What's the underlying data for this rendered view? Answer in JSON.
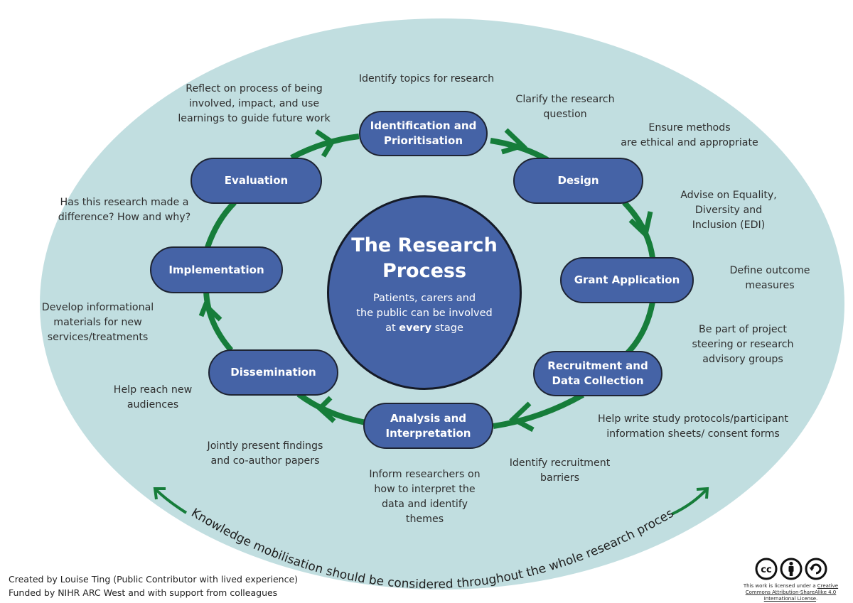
{
  "colors": {
    "ellipse_fill": "#c1dee0",
    "stage_fill": "#4563a6",
    "stage_border": "#1e2433",
    "arrow_green": "#167d3a",
    "text_dark": "#2e2e2e"
  },
  "center": {
    "title_line1": "The Research",
    "title_line2": "Process",
    "sub_line1": "Patients, carers and",
    "sub_line2": "the public can be involved",
    "sub_line3_pre": "at ",
    "sub_line3_bold": "every",
    "sub_line3_post": " stage"
  },
  "stages": [
    {
      "id": "identification",
      "line1": "Identification and",
      "line2": "Prioritisation"
    },
    {
      "id": "design",
      "line1": "Design",
      "line2": ""
    },
    {
      "id": "grant",
      "line1": "Grant Application",
      "line2": ""
    },
    {
      "id": "recruitment",
      "line1": "Recruitment and",
      "line2": "Data Collection"
    },
    {
      "id": "analysis",
      "line1": "Analysis and",
      "line2": "Interpretation"
    },
    {
      "id": "dissemination",
      "line1": "Dissemination",
      "line2": ""
    },
    {
      "id": "implementation",
      "line1": "Implementation",
      "line2": ""
    },
    {
      "id": "evaluation",
      "line1": "Evaluation",
      "line2": ""
    }
  ],
  "notes": {
    "identify_topics": [
      "Identify topics for research"
    ],
    "clarify_question": [
      "Clarify the research",
      "question"
    ],
    "ensure_methods": [
      "Ensure methods",
      "are ethical and appropriate"
    ],
    "advise_edi": [
      "Advise on Equality,",
      "Diversity and",
      "Inclusion (EDI)"
    ],
    "define_outcome": [
      "Define outcome",
      "measures"
    ],
    "steering_groups": [
      "Be part of project",
      "steering or research",
      "advisory groups"
    ],
    "study_protocols": [
      "Help write study protocols/participant",
      "information sheets/ consent forms"
    ],
    "recruitment_barriers": [
      "Identify recruitment",
      "barriers"
    ],
    "inform_researchers": [
      "Inform researchers on",
      "how to interpret the",
      "data and identify",
      "themes"
    ],
    "jointly_present": [
      "Jointly present findings",
      "and co-author papers"
    ],
    "reach_audiences": [
      "Help reach new",
      "audiences"
    ],
    "develop_materials": [
      "Develop informational",
      "materials for new",
      "services/treatments"
    ],
    "made_difference": [
      "Has this research made a",
      "difference? How and why?"
    ],
    "reflect_process": [
      "Reflect on process of being",
      "involved, impact, and use",
      "learnings to guide future work"
    ]
  },
  "knowledge_mobilisation": "Knowledge mobilisation should be considered throughout the whole research process",
  "footer": {
    "line1": "Created by Louise Ting (Public Contributor with lived experience)",
    "line2": "Funded by NIHR ARC West and with support from colleagues"
  },
  "license": {
    "icons": [
      "cc-icon",
      "attribution-icon",
      "sharealike-icon"
    ],
    "cc_label": "cc",
    "text_pre": "This work is licensed under a ",
    "link_text": "Creative Commons Attribution-ShareAlike 4.0 International License",
    "text_post": "."
  }
}
